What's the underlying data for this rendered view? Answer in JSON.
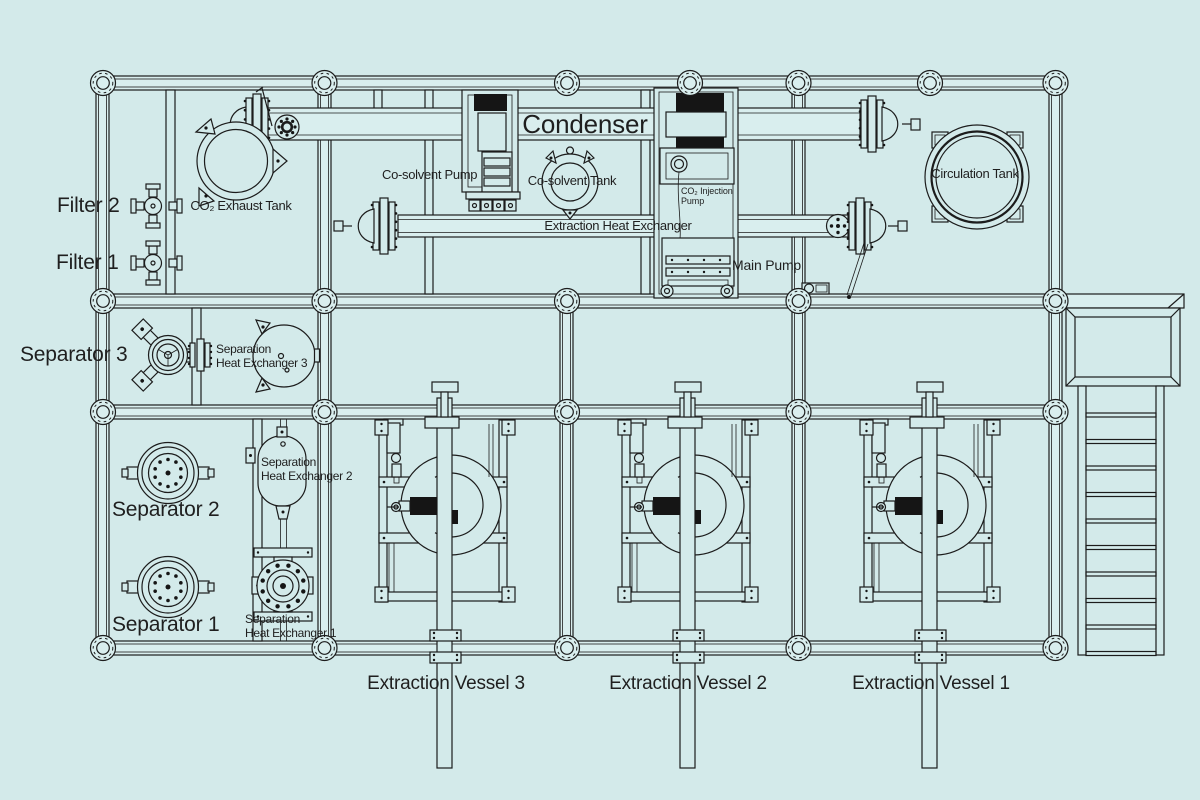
{
  "colors": {
    "background": "#d3eaea",
    "beam_fill": "#d9eeee",
    "line": "#1c1c1c",
    "text": "#1f1f1f",
    "black_fill": "#151515"
  },
  "equipment_labels": {
    "filter_2": "Filter 2",
    "filter_1": "Filter 1",
    "co2_exhaust_tank": "CO₂ Exhaust Tank",
    "condenser": "Condenser",
    "co_solvent_pump": "Co-solvent Pump",
    "co_solvent_tank": "Co-solvent Tank",
    "co2_injection_pump": "CO₂ Injection\nPump",
    "extraction_heat_exchanger": "Extraction Heat Exchanger",
    "main_pump": "Main Pump",
    "circulation_tank": "Circulation Tank",
    "separator_3": "Separator 3",
    "separation_heat_exchanger_3": "Separation\nHeat Exchanger 3",
    "separator_2": "Separator 2",
    "separation_heat_exchanger_2": "Separation\nHeat Exchanger 2",
    "separator_1": "Separator 1",
    "separation_heat_exchanger_1": "Separation\nHeat Exchanger 1",
    "extraction_vessel_3": "Extraction Vessel 3",
    "extraction_vessel_2": "Extraction Vessel 2",
    "extraction_vessel_1": "Extraction Vessel 1"
  }
}
